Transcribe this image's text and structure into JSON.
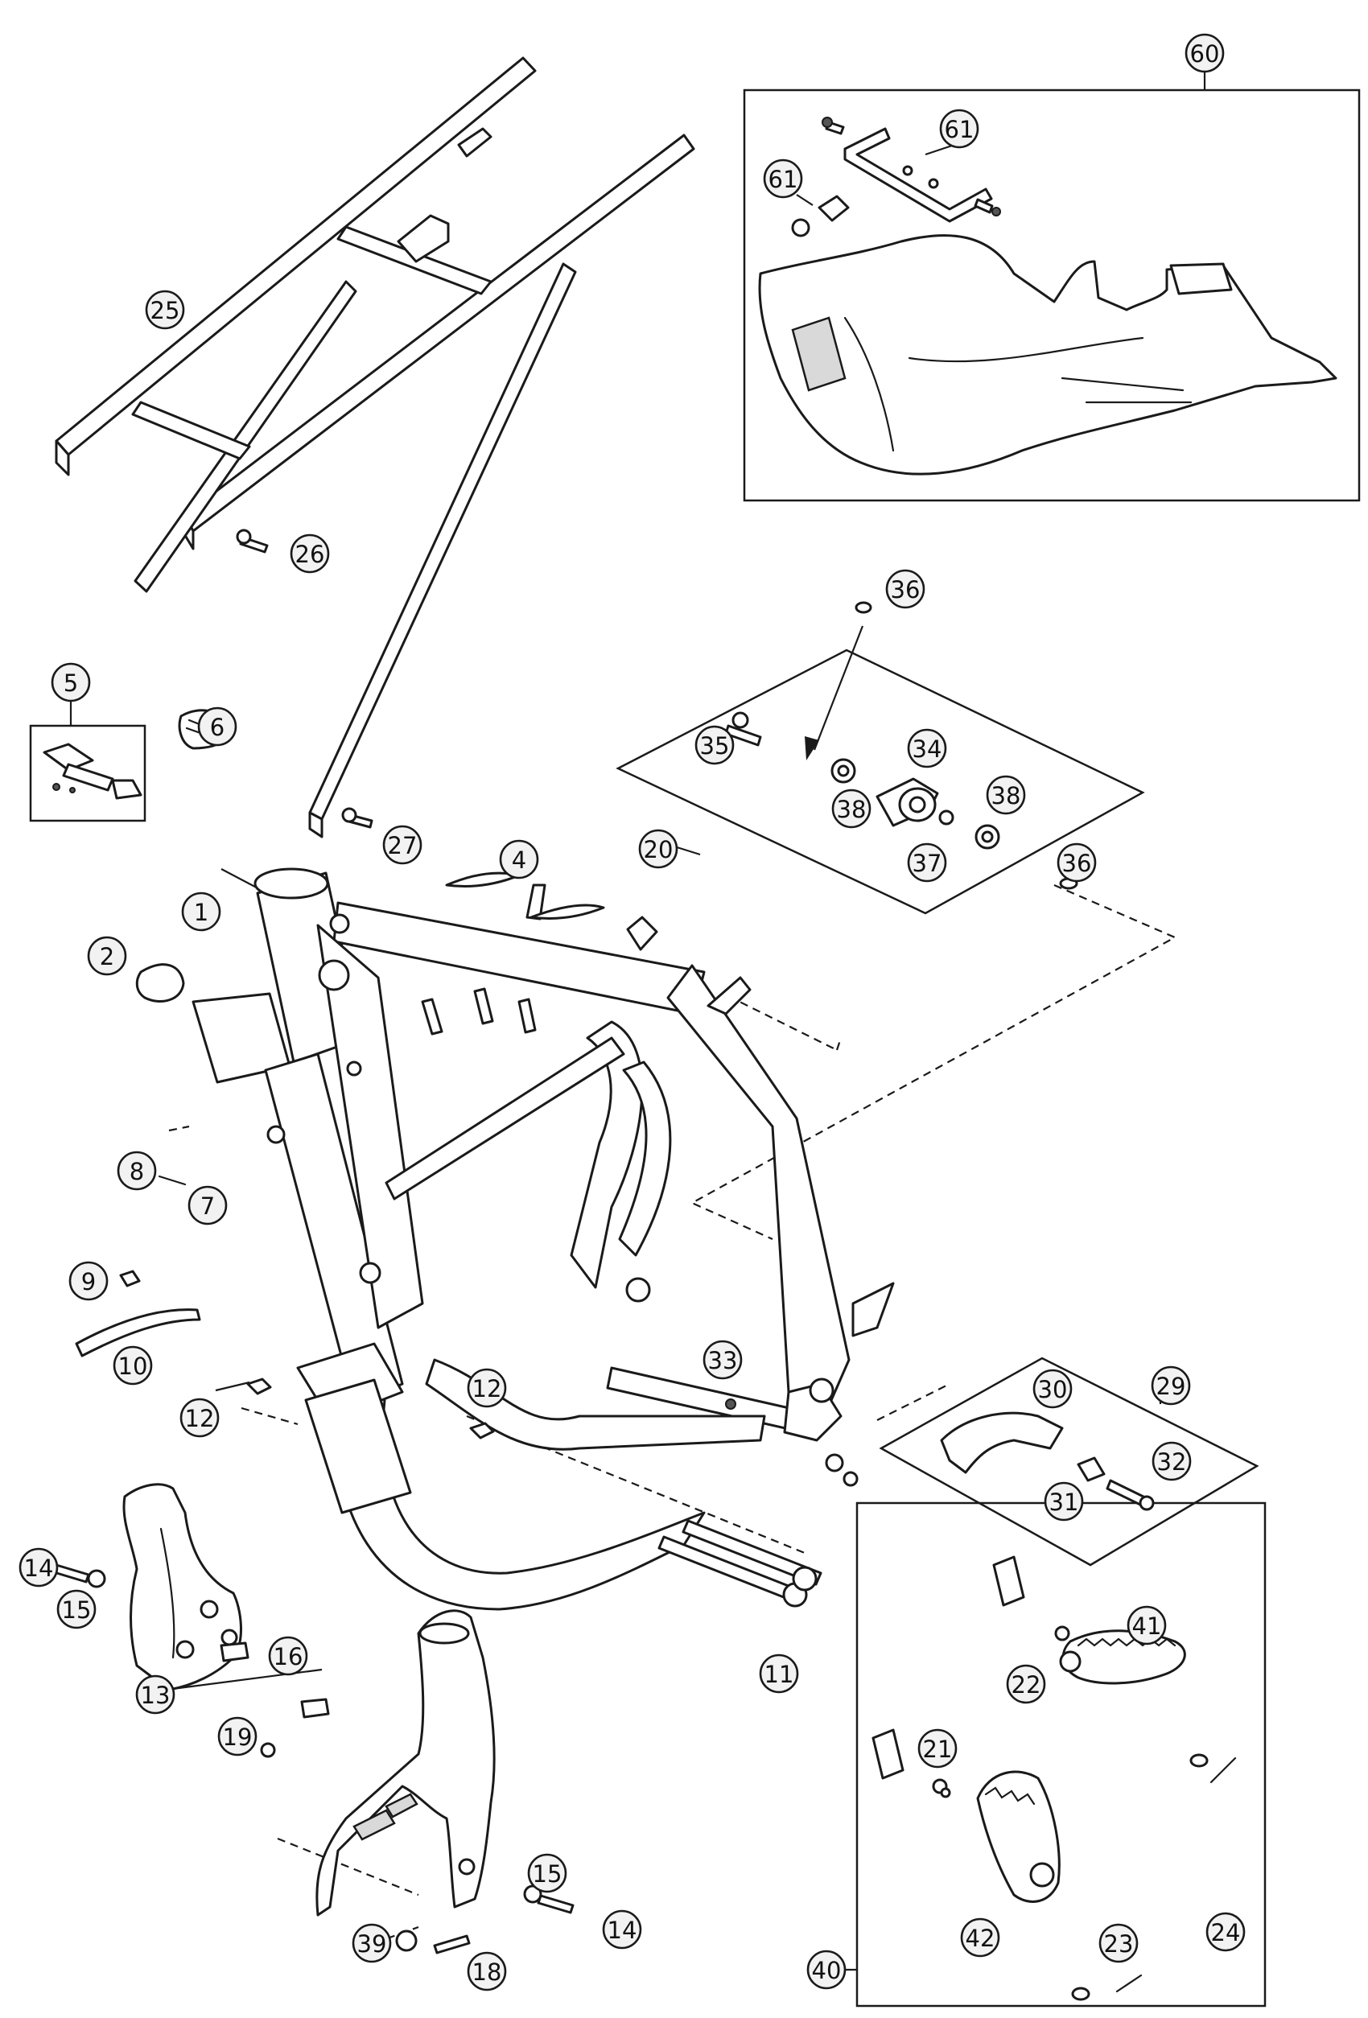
{
  "diagram": {
    "callouts": [
      {
        "id": "c60",
        "label": "60"
      },
      {
        "id": "c61a",
        "label": "61"
      },
      {
        "id": "c61b",
        "label": "61"
      },
      {
        "id": "c25",
        "label": "25"
      },
      {
        "id": "c26",
        "label": "26"
      },
      {
        "id": "c36a",
        "label": "36"
      },
      {
        "id": "c35",
        "label": "35"
      },
      {
        "id": "c34",
        "label": "34"
      },
      {
        "id": "c38a",
        "label": "38"
      },
      {
        "id": "c38b",
        "label": "38"
      },
      {
        "id": "c37",
        "label": "37"
      },
      {
        "id": "c36b",
        "label": "36"
      },
      {
        "id": "c20",
        "label": "20"
      },
      {
        "id": "c5",
        "label": "5"
      },
      {
        "id": "c6",
        "label": "6"
      },
      {
        "id": "c27",
        "label": "27"
      },
      {
        "id": "c4",
        "label": "4"
      },
      {
        "id": "c1",
        "label": "1"
      },
      {
        "id": "c2",
        "label": "2"
      },
      {
        "id": "c8",
        "label": "8"
      },
      {
        "id": "c7",
        "label": "7"
      },
      {
        "id": "c9",
        "label": "9"
      },
      {
        "id": "c10",
        "label": "10"
      },
      {
        "id": "c12a",
        "label": "12"
      },
      {
        "id": "c12b",
        "label": "12"
      },
      {
        "id": "c33",
        "label": "33"
      },
      {
        "id": "c29",
        "label": "29"
      },
      {
        "id": "c30",
        "label": "30"
      },
      {
        "id": "c32",
        "label": "32"
      },
      {
        "id": "c31",
        "label": "31"
      },
      {
        "id": "c14a",
        "label": "14"
      },
      {
        "id": "c15a",
        "label": "15"
      },
      {
        "id": "c16",
        "label": "16"
      },
      {
        "id": "c11",
        "label": "11"
      },
      {
        "id": "c13",
        "label": "13"
      },
      {
        "id": "c19",
        "label": "19"
      },
      {
        "id": "c15b",
        "label": "15"
      },
      {
        "id": "c14b",
        "label": "14"
      },
      {
        "id": "c39",
        "label": "39"
      },
      {
        "id": "c18",
        "label": "18"
      },
      {
        "id": "c21",
        "label": "21"
      },
      {
        "id": "c22",
        "label": "22"
      },
      {
        "id": "c41",
        "label": "41"
      },
      {
        "id": "c40",
        "label": "40"
      },
      {
        "id": "c42",
        "label": "42"
      },
      {
        "id": "c23",
        "label": "23"
      },
      {
        "id": "c24",
        "label": "24"
      }
    ]
  }
}
